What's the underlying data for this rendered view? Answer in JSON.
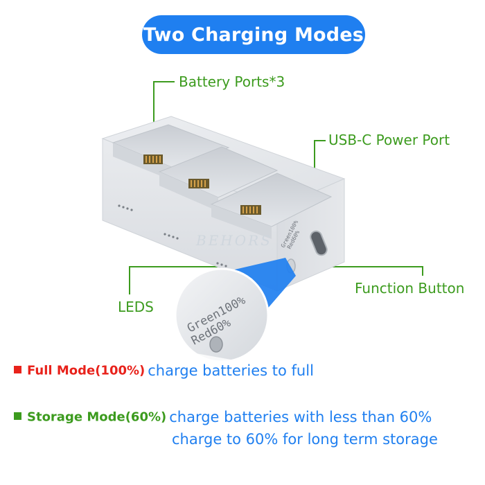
{
  "title": "Two Charging Modes",
  "callouts": {
    "battery_ports": "Battery Ports*3",
    "usb_c": "USB-C Power Port",
    "function_button": "Function Button",
    "leds": "LEDS"
  },
  "device": {
    "led_label_line1": "Green100%",
    "led_label_line2": "Red60%",
    "zoom_line1": "Green100%",
    "zoom_line2": "Red60%",
    "watermark": "BEHORS"
  },
  "modes": [
    {
      "name": "Full Mode(100%)",
      "description": "charge batteries to full",
      "color": "#e8221b"
    },
    {
      "name": "Storage Mode(60%)",
      "description": "charge batteries with less than 60%",
      "description_line2": "charge to 60% for long term storage",
      "color": "#3c9b1e"
    }
  ],
  "colors": {
    "accent": "#1f7ff0",
    "callout": "#3c9b1e"
  }
}
